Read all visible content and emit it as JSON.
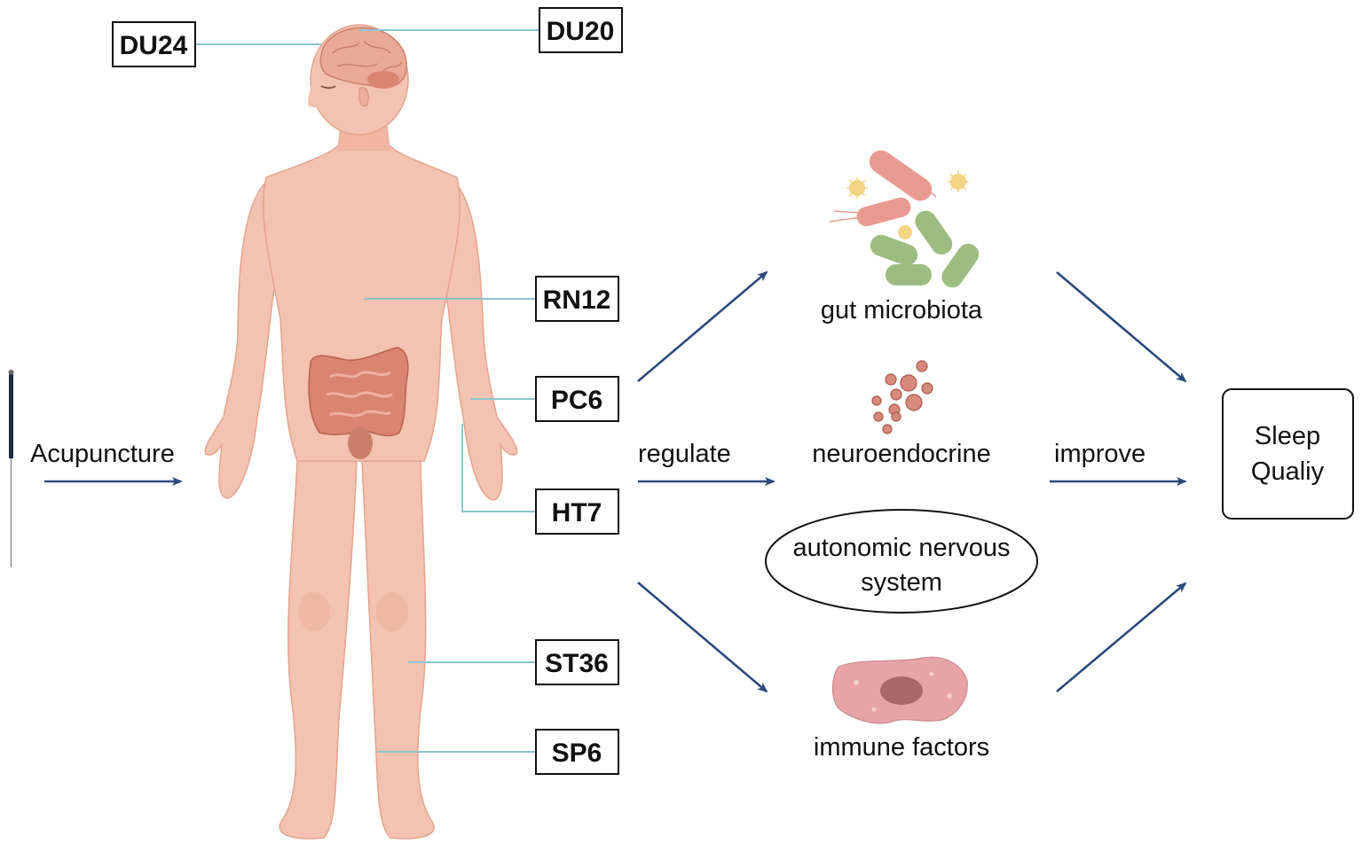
{
  "colors": {
    "skin": "#f4c2b0",
    "skin_shade": "#e9a996",
    "intestine": "#d98572",
    "arrow": "#2c4a7c",
    "leader": "#8cc4cf",
    "bacteria_pink": "#e99a90",
    "bacteria_green": "#9dbc82",
    "neuro_dots": "#d7897c",
    "immune_cell": "#e7a4a8",
    "immune_nucleus": "#a86868"
  },
  "acupoints": {
    "du24": "DU24",
    "du20": "DU20",
    "rn12": "RN12",
    "pc6": "PC6",
    "ht7": "HT7",
    "st36": "ST36",
    "sp6": "SP6"
  },
  "flow": {
    "input": "Acupuncture",
    "regulate": "regulate",
    "improve": "improve",
    "outcome_line1": "Sleep",
    "outcome_line2": "Qualiy"
  },
  "mechanisms": {
    "gut": "gut microbiota",
    "neuro": "neuroendocrine",
    "autonomic_line1": "autonomic nervous",
    "autonomic_line2": "system",
    "immune": "immune factors"
  },
  "icons": {
    "needle": "acupuncture-needle-icon",
    "body": "human-body-icon",
    "bacteria": "bacteria-icon",
    "hormones": "hormone-particles-icon",
    "cell": "immune-cell-icon"
  }
}
